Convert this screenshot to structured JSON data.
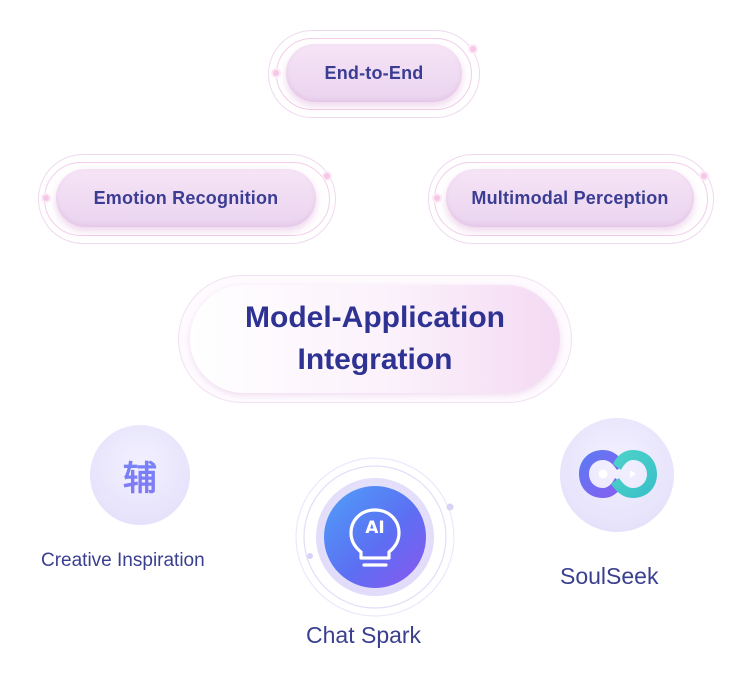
{
  "diagram": {
    "top_node": {
      "label": "End-to-End"
    },
    "left_node": {
      "label": "Emotion Recognition"
    },
    "right_node": {
      "label": "Multimodal Perception"
    },
    "center_node": {
      "line1": "Model-Application",
      "line2": "Integration"
    },
    "apps": [
      {
        "label": "Creative Inspiration",
        "icon": "fu-character-icon",
        "glyph": "辅"
      },
      {
        "label": "Chat Spark",
        "icon": "ai-lightbulb-icon",
        "glyph": "AI"
      },
      {
        "label": "SoulSeek",
        "icon": "soulseek-logo-icon"
      }
    ],
    "colors": {
      "text_primary": "#3a3d93",
      "pill_pink": "#ecd6f0",
      "ring_pink": "#f3cde8",
      "app_circle": "#e6e3fb",
      "chat_spark_gradient": [
        "#5b7cf6",
        "#8a5cf0"
      ],
      "soulseek_gradient": [
        "#4fd3c9",
        "#7c5cf2"
      ]
    }
  }
}
